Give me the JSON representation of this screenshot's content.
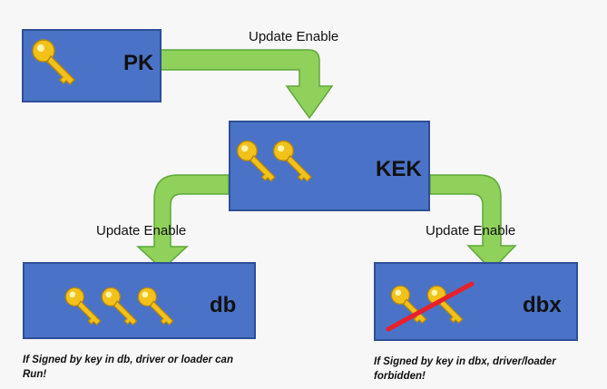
{
  "nodes": {
    "pk": {
      "label": "PK",
      "keys": 1
    },
    "kek": {
      "label": "KEK",
      "keys": 2
    },
    "db": {
      "label": "db",
      "keys": 3
    },
    "dbx": {
      "label": "dbx",
      "keys": 2,
      "crossed_out": true
    }
  },
  "edges": {
    "pk_to_kek": "Update Enable",
    "kek_to_db": "Update Enable",
    "kek_to_dbx": "Update Enable"
  },
  "captions": {
    "db_line1": "If Signed by key in db, driver or loader can",
    "db_line2": "Run!",
    "dbx_line1": "If Signed by key in dbx, driver/loader",
    "dbx_line2": "forbidden!"
  },
  "colors": {
    "box_fill": "#4a73c7",
    "box_border": "#2d4f96",
    "arrow_fill": "#8fd15a",
    "arrow_stroke": "#5ea83a",
    "key_gold": "#f2c21a",
    "cross_red": "#e8202a"
  },
  "icons": {
    "key": "key-icon",
    "cross": "red-strike-line"
  }
}
